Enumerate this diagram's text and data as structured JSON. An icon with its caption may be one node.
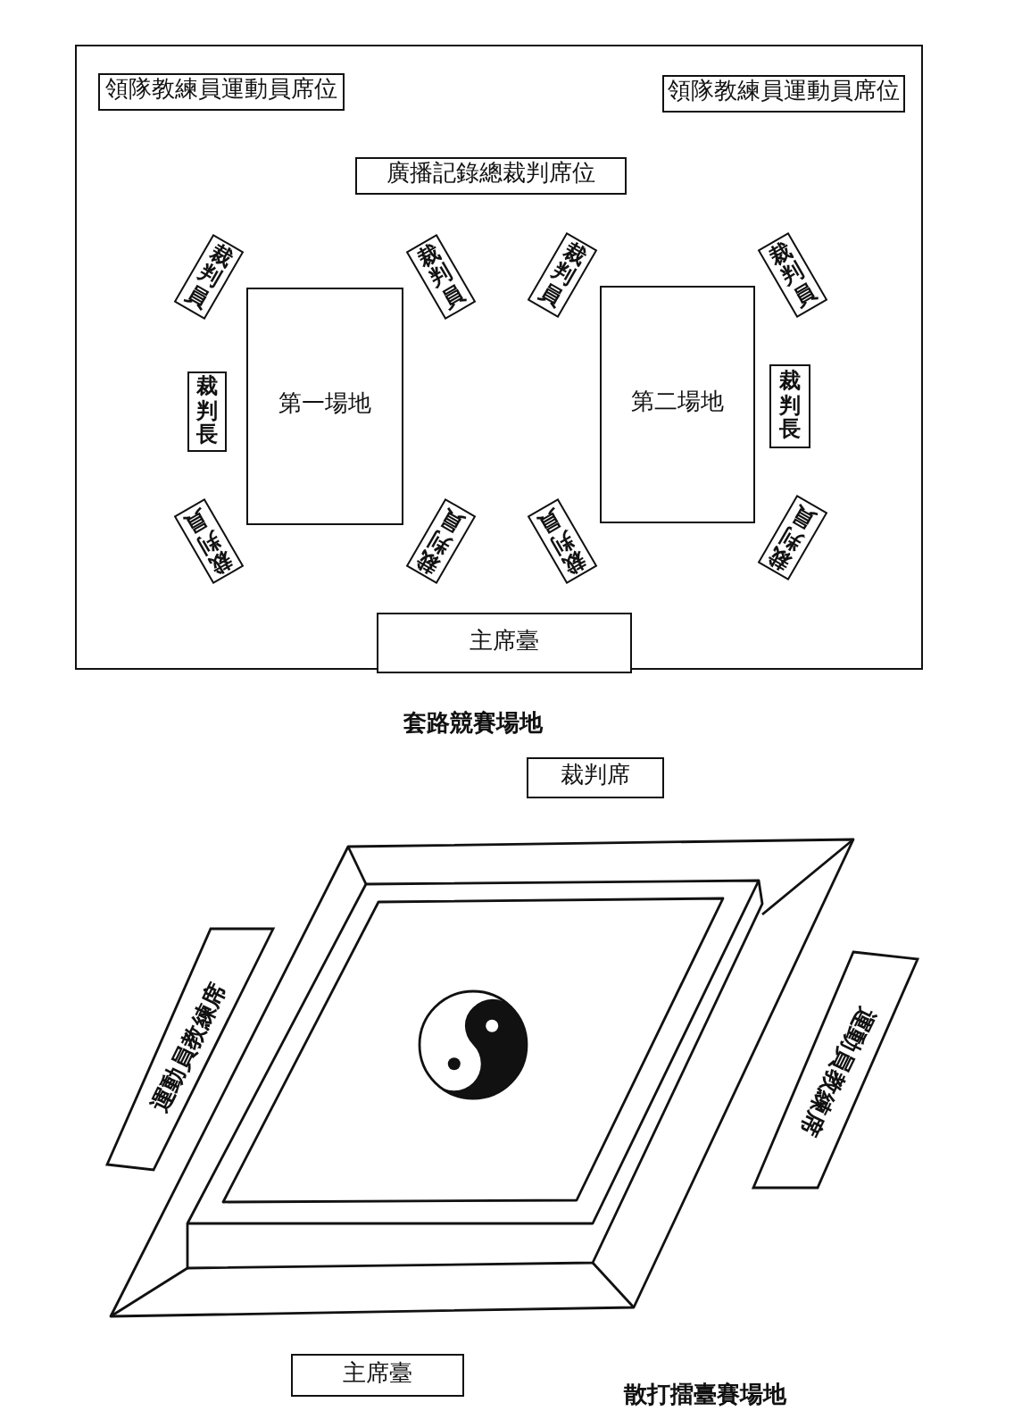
{
  "diagram": {
    "nodes": [
      {
        "text": [],
        "shape": "box"
      },
      {
        "text": [
          "領隊教練員運動員席位"
        ],
        "in": 0
      },
      {
        "text": [
          "領隊教練員運動員席位"
        ],
        "in": 0
      },
      {
        "text": [
          "廣播記錄總裁判席位"
        ],
        "in": 0
      },
      {
        "text": [
          "裁判員"
        ],
        "in": 0
      },
      {
        "text": [
          "裁判員"
        ],
        "in": 0
      },
      {
        "text": [
          "裁判員"
        ],
        "in": 0
      },
      {
        "text": [
          "裁判員"
        ],
        "in": 0
      },
      {
        "text": [
          "裁判長"
        ],
        "in": 0
      },
      {
        "text": [
          "第一場地"
        ],
        "in": 0
      },
      {
        "text": [
          "第二場地"
        ],
        "in": 0
      },
      {
        "text": [
          "裁判長"
        ],
        "in": 0
      },
      {
        "text": [
          "裁判員"
        ],
        "in": 0
      },
      {
        "text": [
          "裁判員"
        ],
        "in": 0
      },
      {
        "text": [
          "裁判員"
        ],
        "in": 0
      },
      {
        "text": [
          "裁判員"
        ],
        "in": 0
      },
      {
        "text": [
          "主席臺"
        ],
        "in": 0
      },
      {
        "text": [
          "裁判席"
        ]
      },
      {
        "text": [
          "運動員教練席"
        ]
      },
      {
        "text": [
          "運動員教練席"
        ]
      },
      {
        "text": [
          "主席臺"
        ]
      }
    ],
    "labels": [
      "套路競賽場地",
      "散打擂臺賽場地"
    ]
  }
}
